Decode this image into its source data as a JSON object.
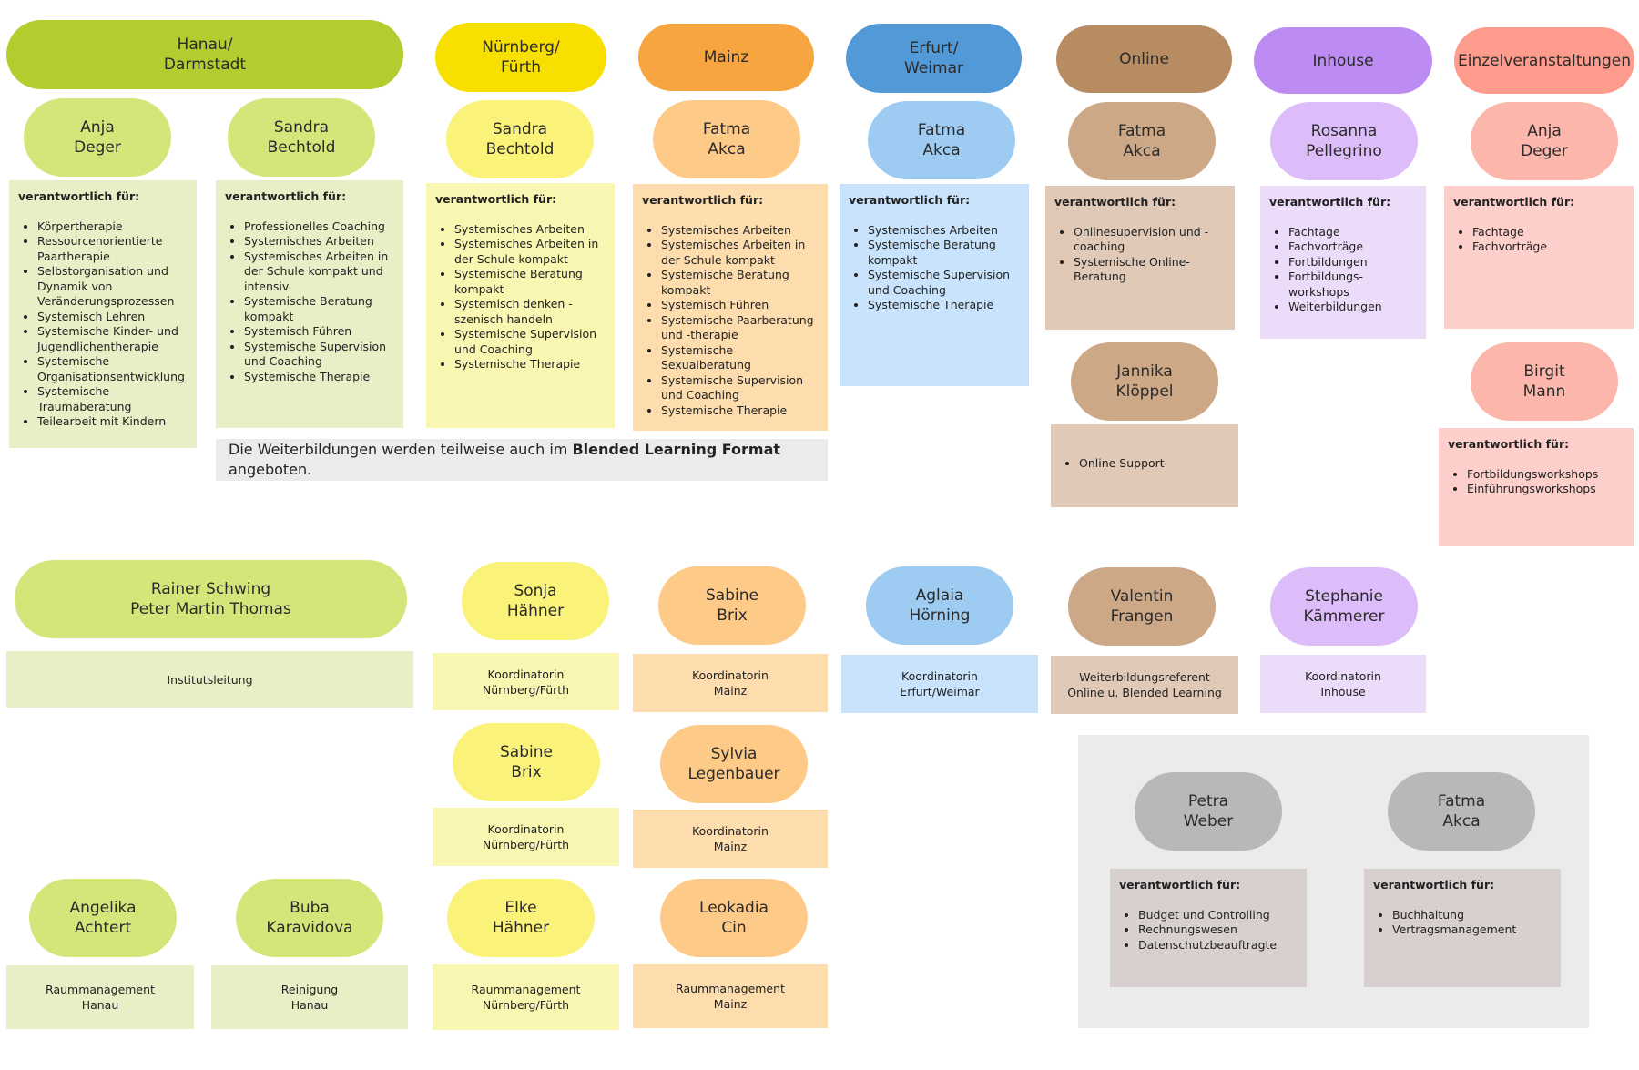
{
  "headers": {
    "hanau": "Hanau/\nDarmstadt",
    "nuernberg": "Nürnberg/\nFürth",
    "mainz": "Mainz",
    "erfurt": "Erfurt/\nWeimar",
    "online": "Online",
    "inhouse": "Inhouse",
    "einzel": "Einzelveranstaltungen"
  },
  "people": {
    "anja_deger_1": "Anja\nDeger",
    "sandra_bechtold_1": "Sandra\nBechtold",
    "sandra_bechtold_2": "Sandra\nBechtold",
    "fatma_akca_mainz": "Fatma\nAkca",
    "fatma_akca_erfurt": "Fatma\nAkca",
    "fatma_akca_online": "Fatma\nAkca",
    "rosanna": "Rosanna\nPellegrino",
    "anja_deger_2": "Anja\nDeger",
    "jannika": "Jannika\nKlöppel",
    "birgit": "Birgit\nMann",
    "leitung": "Rainer Schwing\nPeter Martin Thomas",
    "sonja": "Sonja\nHähner",
    "sabine_brix_mainz": "Sabine\nBrix",
    "aglaia": "Aglaia\nHörning",
    "valentin": "Valentin\nFrangen",
    "stephanie": "Stephanie\nKämmerer",
    "sabine_brix_nbg": "Sabine\nBrix",
    "sylvia": "Sylvia\nLegenbauer",
    "petra": "Petra\nWeber",
    "fatma_akca_admin": "Fatma\nAkca",
    "angelika": "Angelika\nAchtert",
    "buba": "Buba\nKaravidova",
    "elke": "Elke\nHähner",
    "leokadia": "Leokadia\nCin"
  },
  "resp_header": "verantwortlich für:",
  "lists": {
    "anja_deger_1": [
      "Körpertherapie",
      "Ressourcenorientierte Paartherapie",
      "Selbstorganisation und Dynamik von Veränderungsprozessen",
      "Systemisch Lehren",
      "Systemische Kinder- und Jugendlichentherapie",
      "Systemische Organisationsentwicklung",
      "Systemische Traumaberatung",
      "Teilearbeit mit Kindern"
    ],
    "sandra_bechtold_1": [
      "Professionelles Coaching",
      "Systemisches Arbeiten",
      "Systemisches Arbeiten in der Schule kompakt und intensiv",
      "Systemische Beratung kompakt",
      "Systemisch Führen",
      "Systemische Supervision und Coaching",
      "Systemische Therapie"
    ],
    "sandra_bechtold_2": [
      "Systemisches Arbeiten",
      "Systemisches Arbeiten in der Schule kompakt",
      "Systemische Beratung kompakt",
      "Systemisch denken - szenisch handeln",
      "Systemische Supervision und Coaching",
      "Systemische Therapie"
    ],
    "fatma_akca_mainz": [
      "Systemisches Arbeiten",
      "Systemisches Arbeiten in der Schule kompakt",
      "Systemische Beratung kompakt",
      "Systemisch Führen",
      "Systemische Paarberatung und -therapie",
      "Systemische Sexualberatung",
      "Systemische Supervision und Coaching",
      "Systemische Therapie"
    ],
    "fatma_akca_erfurt": [
      "Systemisches Arbeiten",
      "Systemische Beratung kompakt",
      "Systemische Supervision und Coaching",
      "Systemische Therapie"
    ],
    "fatma_akca_online": [
      "Onlinesupervision und -coaching",
      "Systemische Online-Beratung"
    ],
    "rosanna": [
      "Fachtage",
      "Fachvorträge",
      "Fortbildungen",
      "Fortbildungs-workshops",
      "Weiterbildungen"
    ],
    "anja_deger_2": [
      "Fachtage",
      "Fachvorträge"
    ],
    "jannika": [
      "Online Support"
    ],
    "birgit": [
      "Fortbildungsworkshops",
      "Einführungsworkshops"
    ],
    "petra": [
      "Budget und Controlling",
      "Rechnungswesen",
      "Datenschutzbeauftragte"
    ],
    "fatma_akca_admin": [
      "Buchhaltung",
      "Vertragsmanagement"
    ]
  },
  "note": {
    "pre": "Die Weiterbildungen werden teilweise auch im ",
    "bold": "Blended Learning Format",
    "post": " angeboten."
  },
  "roles": {
    "leitung": "Institutsleitung",
    "sonja": "Koordinatorin\nNürnberg/Fürth",
    "sabine_brix_mainz": "Koordinatorin\nMainz",
    "aglaia": "Koordinatorin\nErfurt/Weimar",
    "valentin": "Weiterbildungsreferent\nOnline u. Blended Learning",
    "stephanie": "Koordinatorin\nInhouse",
    "sabine_brix_nbg": "Koordinatorin\nNürnberg/Fürth",
    "sylvia": "Koordinatorin\nMainz",
    "angelika": "Raummanagement\nHanau",
    "buba": "Reinigung\nHanau",
    "elke": "Raummanagement\nNürnberg/Fürth",
    "leokadia": "Raummanagement\nMainz"
  },
  "colors": {
    "green": "#b5cc31",
    "yellow": "#f7df00",
    "orange": "#f7a541",
    "blue": "#5199d7",
    "brown": "#b88c62",
    "purple": "#bd8cf3",
    "pink": "#fd9c8c"
  }
}
